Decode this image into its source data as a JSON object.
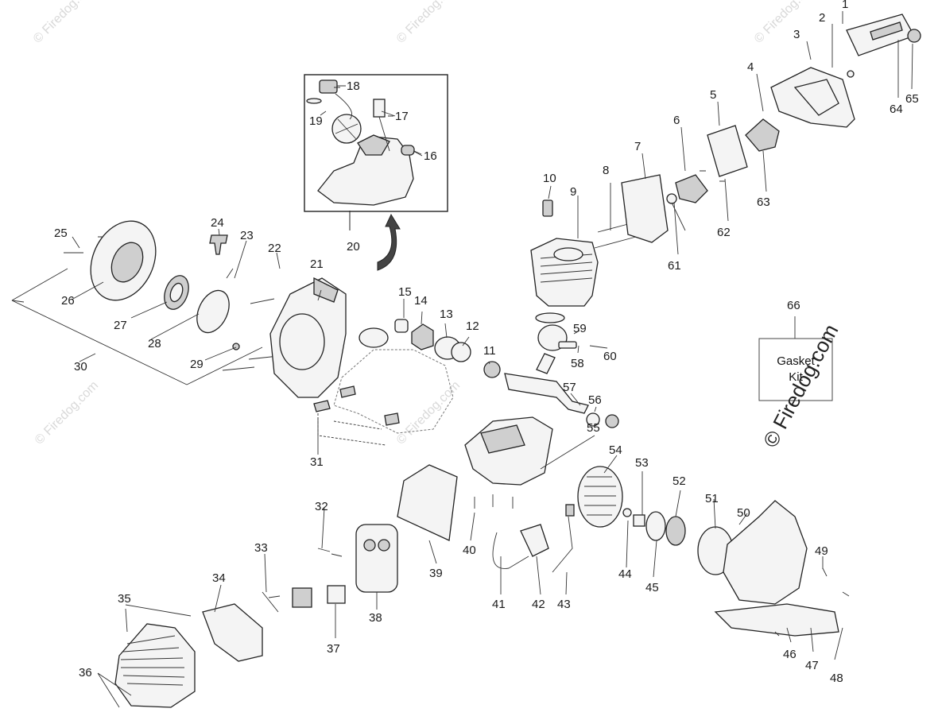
{
  "watermark": "© Firedog.com",
  "side_watermark": "© Firedog.com",
  "gasket_kit": {
    "line1": "Gasket",
    "line2": "Kit"
  },
  "callouts": [
    "1",
    "2",
    "3",
    "4",
    "5",
    "6",
    "7",
    "8",
    "9",
    "10",
    "11",
    "12",
    "13",
    "14",
    "15",
    "16",
    "17",
    "18",
    "19",
    "20",
    "21",
    "22",
    "23",
    "24",
    "25",
    "26",
    "27",
    "28",
    "29",
    "30",
    "31",
    "32",
    "33",
    "34",
    "35",
    "36",
    "37",
    "38",
    "39",
    "40",
    "41",
    "42",
    "43",
    "44",
    "45",
    "46",
    "47",
    "48",
    "49",
    "50",
    "51",
    "52",
    "53",
    "54",
    "55",
    "56",
    "57",
    "58",
    "59",
    "60",
    "61",
    "62",
    "63",
    "64",
    "65",
    "66"
  ]
}
